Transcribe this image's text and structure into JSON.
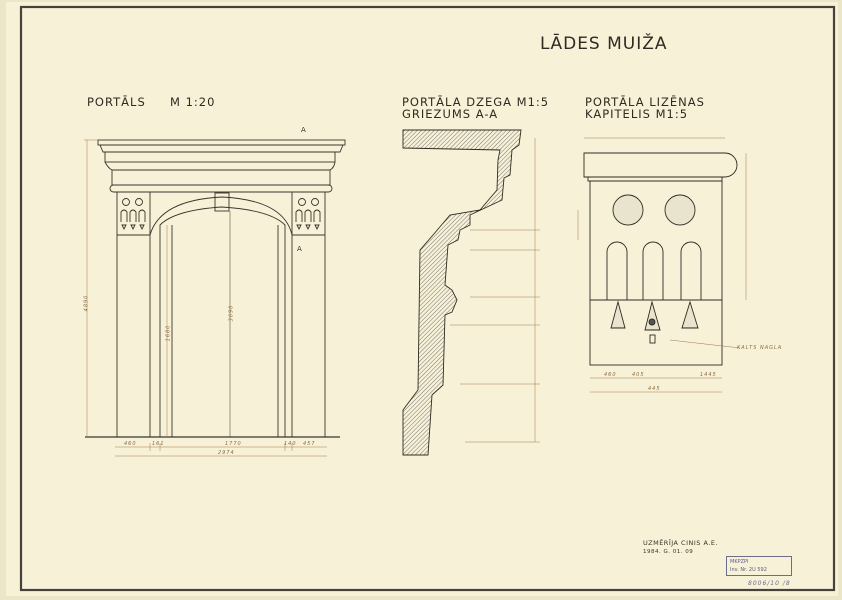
{
  "title": "LĀDES MUIŽA",
  "views": {
    "portal": {
      "title": "PORTĀLS",
      "scale": "M 1:20",
      "section_mark": "A",
      "dims": [
        "460",
        "161",
        "1770",
        "140",
        "457",
        "2974",
        "4890",
        "1680",
        "3090"
      ]
    },
    "cornice": {
      "title_line1": "PORTĀLA DZEGA M1:5",
      "title_line2": "GRIEZUMS A-A"
    },
    "capital": {
      "title_line1": "PORTĀLA LIZĒNAS",
      "title_line2": "KAPITELIS   M1:5",
      "callout": "KALTS NAGLA",
      "dims": [
        "460",
        "445",
        "405",
        "1445"
      ]
    }
  },
  "credits": {
    "measured_by": "UZMĒRĪJA  CINIS  A.E.",
    "date": "1984. G. 01. 09"
  },
  "stamp": {
    "line1": "MKPZPI",
    "line2": "Inv. Nr.  2U 592",
    "note": "8006/10 /8"
  },
  "colors": {
    "paper": "#f7f1d8",
    "ink": "#2f2a22",
    "dimension": "#a07a4a"
  }
}
